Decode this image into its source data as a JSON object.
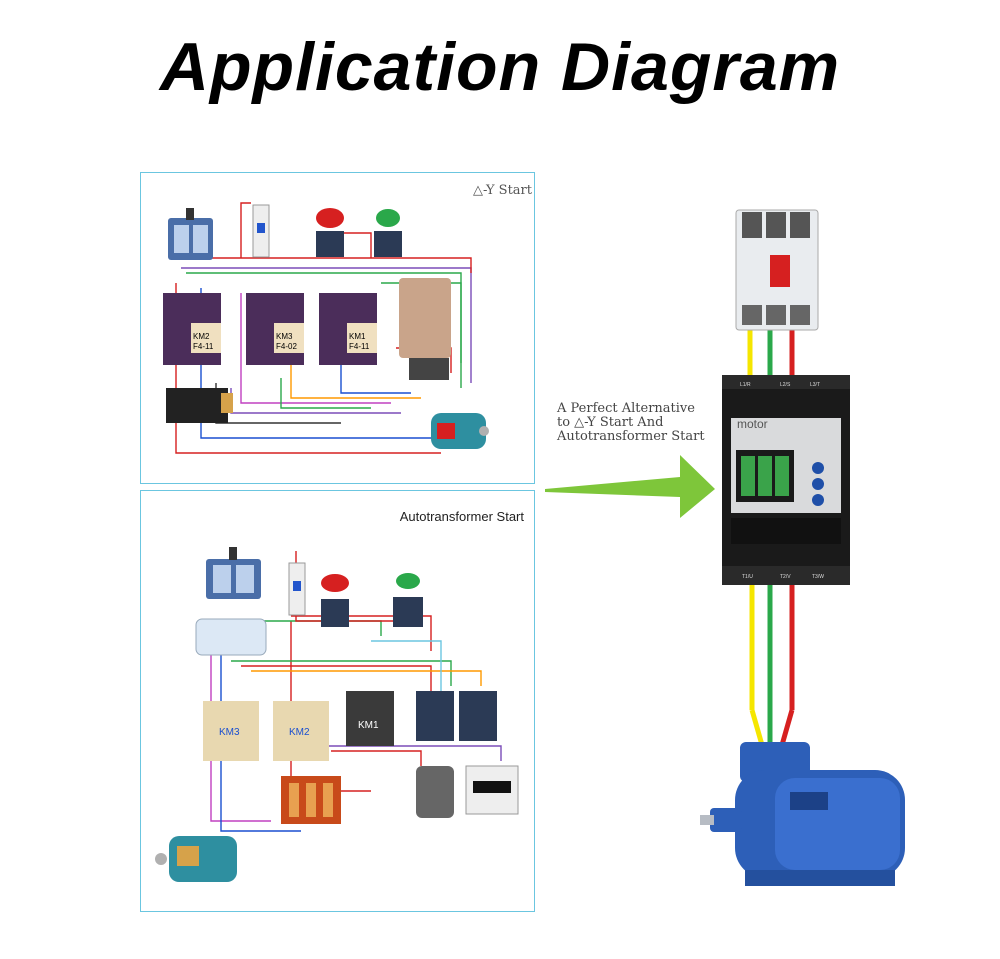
{
  "title": "Application Diagram",
  "panels": {
    "star_delta": {
      "label": "△-Y Start",
      "contactors": [
        "KM2",
        "KM3",
        "KM1"
      ],
      "sub_labels": [
        "F4-11",
        "F4-02",
        "F4-11"
      ]
    },
    "autotransformer": {
      "label": "Autotransformer Start",
      "contactors": [
        "KM3",
        "KM2",
        "KM1"
      ]
    }
  },
  "callout": {
    "line1": "A Perfect Alternative",
    "line2": "to △-Y Start And",
    "line3": "Autotransformer Start"
  },
  "soft_starter": {
    "brand": "motor",
    "top_terminals": [
      "L1/R",
      "L2/S",
      "L3/T"
    ],
    "bottom_terminals": [
      "T1/U",
      "T2/V",
      "T3/W"
    ]
  },
  "colors": {
    "wire_yellow": "#f5e600",
    "wire_green": "#2aa84a",
    "wire_red": "#d62020",
    "arrow": "#7ec63a",
    "panel_border": "#6bc6e0",
    "motor_blue": "#2d5fb8"
  }
}
